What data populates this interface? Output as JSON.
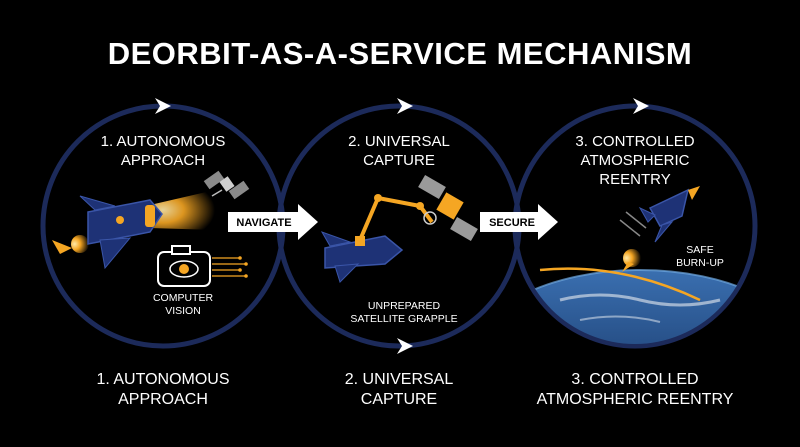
{
  "title": "DEORBIT-AS-A-SERVICE MECHANISM",
  "stages": [
    {
      "circle_caption": [
        "1. AUTONOMOUS",
        "APPROACH"
      ],
      "inner_label": [
        "COMPUTER",
        "VISION"
      ],
      "bottom_caption": [
        "1. AUTONOMOUS",
        "APPROACH"
      ]
    },
    {
      "circle_caption": [
        "2. UNIVERSAL",
        "CAPTURE"
      ],
      "inner_label": [
        "UNPREPARED",
        "SATELLITE GRAPPLE"
      ],
      "bottom_caption": [
        "2. UNIVERSAL",
        "CAPTURE"
      ]
    },
    {
      "circle_caption": [
        "3. CONTROLLED",
        "ATMOSPHERIC",
        "REENTRY"
      ],
      "inner_label": [
        "SAFE",
        "BURN-UP"
      ],
      "bottom_caption": [
        "3. CONTROLLED",
        "ATMOSPHERIC REENTRY"
      ]
    }
  ],
  "connectors": [
    {
      "label": "NAVIGATE"
    },
    {
      "label": "SECURE"
    }
  ],
  "colors": {
    "background": "#000000",
    "ring": "#1c2a5a",
    "accent": "#f5a623",
    "ship": "#1e3276",
    "text": "#ffffff"
  },
  "icons": [
    "spacecraft-icon",
    "satellite-icon",
    "camera-eye-icon",
    "robotic-arm-icon",
    "earth-icon",
    "flame-icon"
  ]
}
